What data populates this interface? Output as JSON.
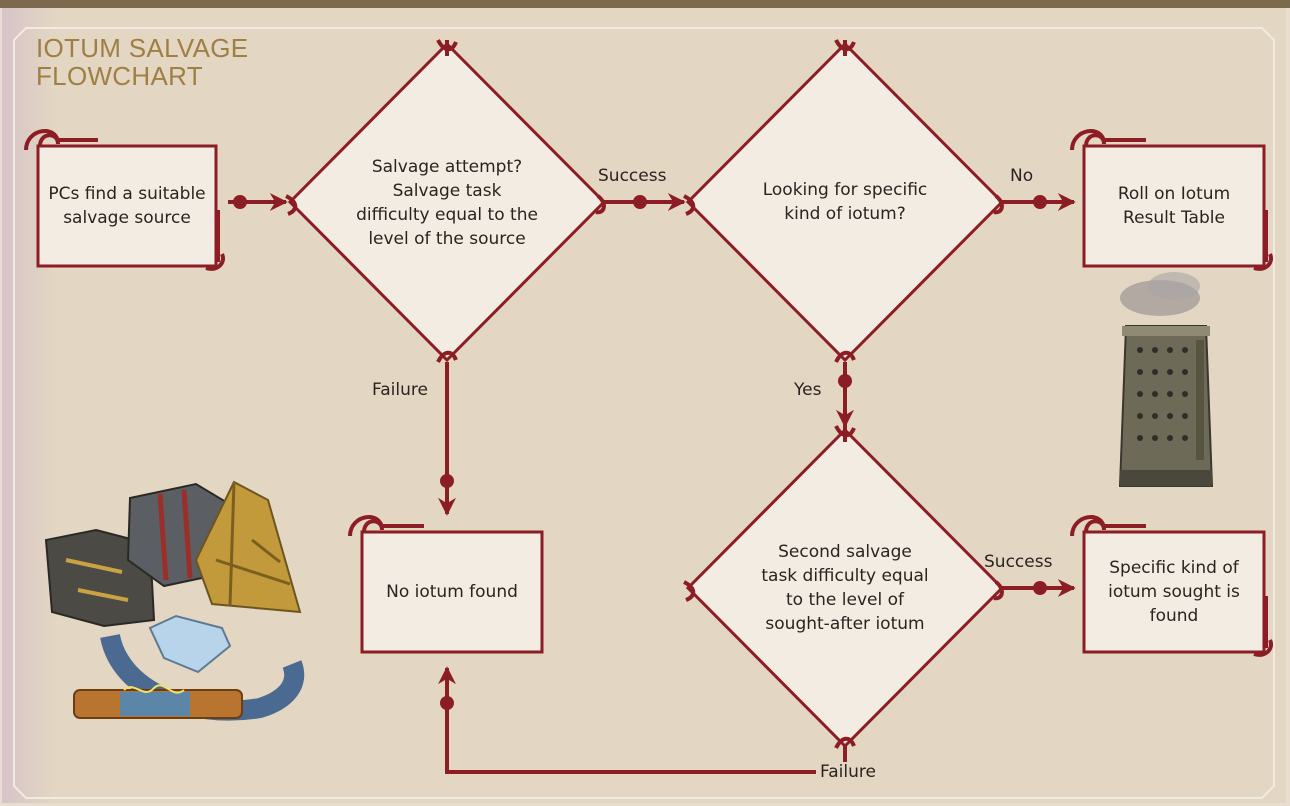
{
  "title": {
    "line1": "IOTUM SALVAGE",
    "line2": "FLOWCHART"
  },
  "colors": {
    "background": "#e9ddd0",
    "panel": "#e3d6c2",
    "accent": "#8c1d24",
    "title": "#a07f45",
    "box": "#f3ece3"
  },
  "nodes": {
    "start": "PCs find a suitable salvage source",
    "salvage_attempt": "Salvage attempt? Salvage task difficulty equal to the level of the source",
    "specific_kind": "Looking for specific kind of iotum?",
    "roll_table": "Roll on Iotum Result Table",
    "no_iotum": "No iotum found",
    "second_salvage": "Second salvage task difficulty equal to the level of sought-after iotum",
    "specific_found": "Specific kind of iotum sought is found"
  },
  "edges": {
    "success_1": "Success",
    "no": "No",
    "failure_1": "Failure",
    "yes": "Yes",
    "success_2": "Success",
    "failure_2": "Failure"
  },
  "decorations": {
    "furnace_icon": "iotum-furnace-icon",
    "artifacts_icon": "iotum-artifacts-icon"
  }
}
